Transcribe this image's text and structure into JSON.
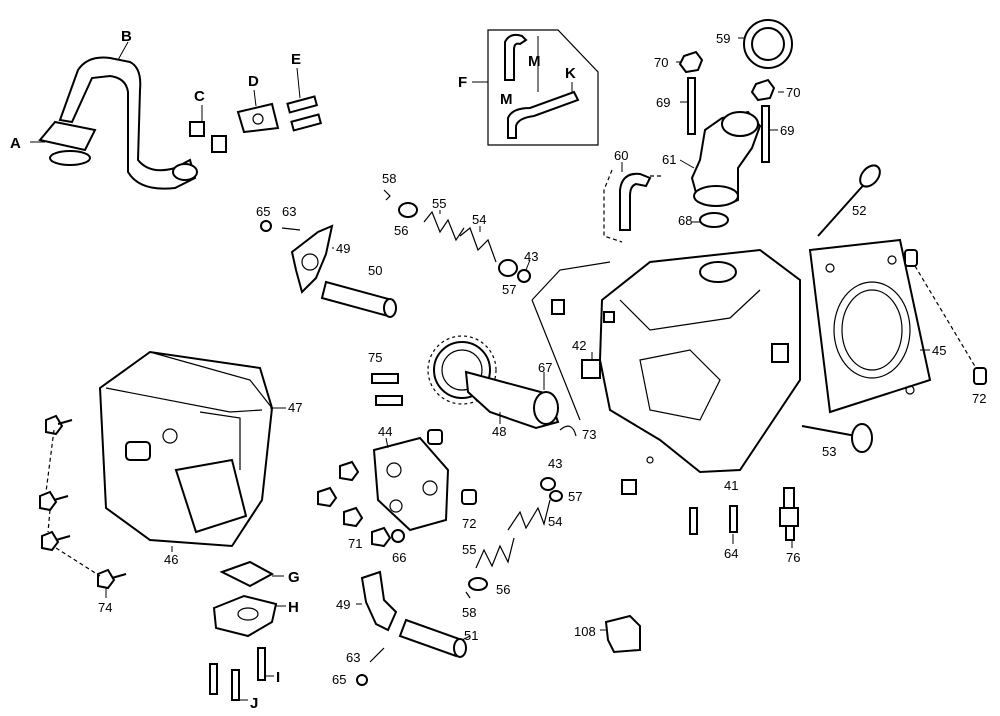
{
  "callouts": {
    "A": "A",
    "B": "B",
    "C": "C",
    "D": "D",
    "E": "E",
    "F": "F",
    "G": "G",
    "H": "H",
    "I": "I",
    "J": "J",
    "K": "K",
    "M1": "M",
    "M2": "M",
    "n41": "41",
    "n42": "42",
    "n43a": "43",
    "n43b": "43",
    "n44": "44",
    "n45": "45",
    "n46": "46",
    "n47": "47",
    "n48": "48",
    "n49a": "49",
    "n49b": "49",
    "n50": "50",
    "n51": "51",
    "n52": "52",
    "n53": "53",
    "n54a": "54",
    "n54b": "54",
    "n55a": "55",
    "n55b": "55",
    "n56a": "56",
    "n56b": "56",
    "n57a": "57",
    "n57b": "57",
    "n58a": "58",
    "n58b": "58",
    "n59": "59",
    "n60": "60",
    "n61": "61",
    "n63a": "63",
    "n63b": "63",
    "n64": "64",
    "n65a": "65",
    "n65b": "65",
    "n66": "66",
    "n67": "67",
    "n68": "68",
    "n69a": "69",
    "n69b": "69",
    "n70a": "70",
    "n70b": "70",
    "n71": "71",
    "n72a": "72",
    "n72b": "72",
    "n73": "73",
    "n74": "74",
    "n75": "75",
    "n76": "76",
    "n108": "108"
  }
}
